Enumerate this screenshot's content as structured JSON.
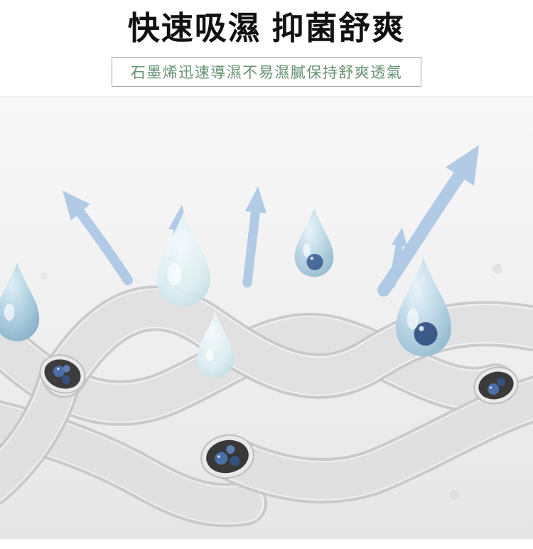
{
  "page": {
    "title": "快速吸濕 抑菌舒爽",
    "subtitle": "石墨烯迅速導濕不易濕膩保持舒爽透氣"
  },
  "colors": {
    "title_text": "#111111",
    "subtitle_text": "#679272",
    "subtitle_border": "#9ab39c",
    "arrow_blue": "#aac6e4",
    "droplet_blue_light": "#cfe4ee",
    "droplet_blue_deep": "#8fb6cc",
    "droplet_ball_blue": "#3d5f94",
    "fiber_body": "#f1f1f1",
    "fiber_edge": "#c6c6c6",
    "fiber_core_dark": "#3c3c3c",
    "background_top": "#f7f7f7",
    "background_bottom": "#e7e7e7"
  },
  "illustration": {
    "label": "fabric-fiber-moisture-wicking-diagram",
    "elements": [
      "up-arrows",
      "water-droplets",
      "fiber-strands",
      "fiber-cross-sections"
    ]
  }
}
